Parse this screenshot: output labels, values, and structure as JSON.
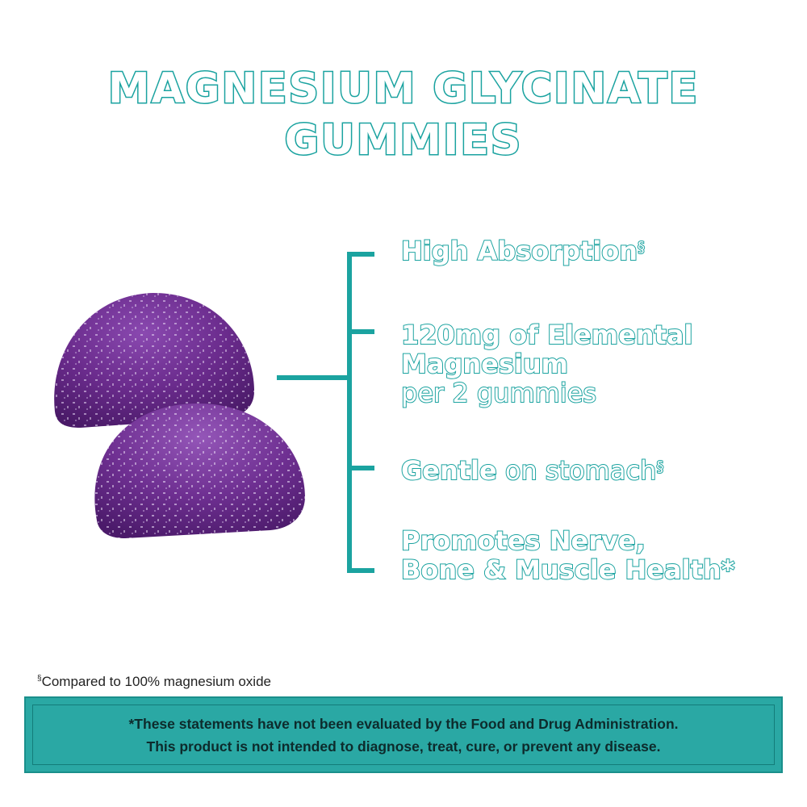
{
  "title": {
    "line1": "MAGNESIUM GLYCINATE",
    "line2": "GUMMIES"
  },
  "features": [
    {
      "bold": "High Absorption",
      "light": "",
      "sup": "§"
    },
    {
      "bold": "120mg of Elemental",
      "bold2": "Magnesium",
      "light": "per 2 gummies"
    },
    {
      "bold": "Gentle",
      "light": " on stomach",
      "sup": "§"
    },
    {
      "bold": "Promotes Nerve,",
      "bold2": "Bone & Muscle Health*"
    }
  ],
  "footnote": {
    "mark": "§",
    "text": "Compared to 100% magnesium oxide"
  },
  "disclaimer": {
    "line1": "*These statements have not been evaluated by the Food and Drug Administration.",
    "line2": "This product is not intended to diagnose, treat, cure, or prevent any disease."
  },
  "colors": {
    "accent": "#1ba3a0",
    "gummy": "#6a2b8c",
    "disclaimer_bg": "#2aa8a4"
  }
}
